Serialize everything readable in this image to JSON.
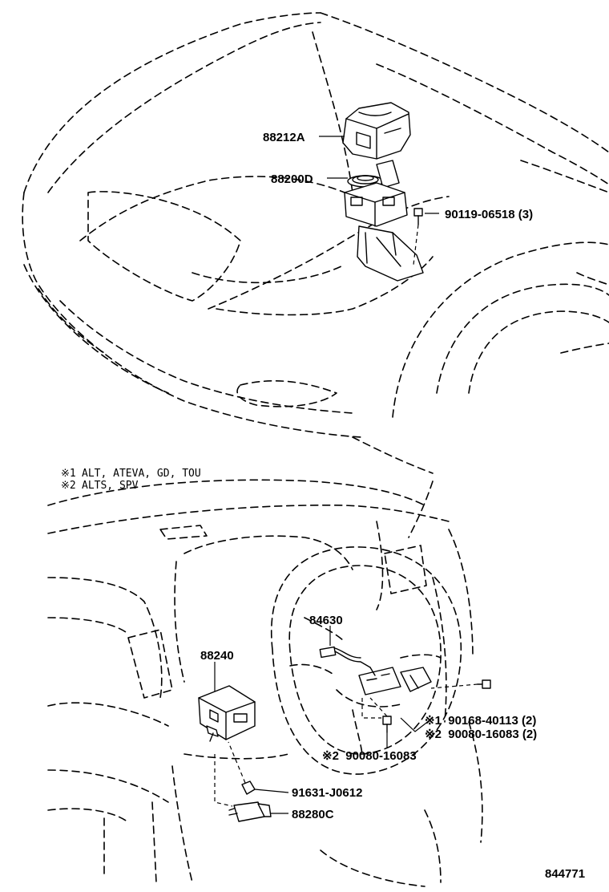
{
  "notes": [
    {
      "mark": "※1",
      "text": "ALT, ATEVA, GD, TOU"
    },
    {
      "mark": "※2",
      "text": "ALTS, SPV"
    }
  ],
  "callouts": {
    "p88212A": "88212A",
    "p88200D": "88200D",
    "p90119": "90119-06518 (3)",
    "p84630": "84630",
    "p88240": "88240",
    "p90168": "※1  90168-40113 (2)",
    "p90080a": "※2  90080-16083 (2)",
    "p90080b": "※2  90080-16083",
    "p91631": "91631-J0612",
    "p88280C": "88280C"
  },
  "figure_number": "844771"
}
